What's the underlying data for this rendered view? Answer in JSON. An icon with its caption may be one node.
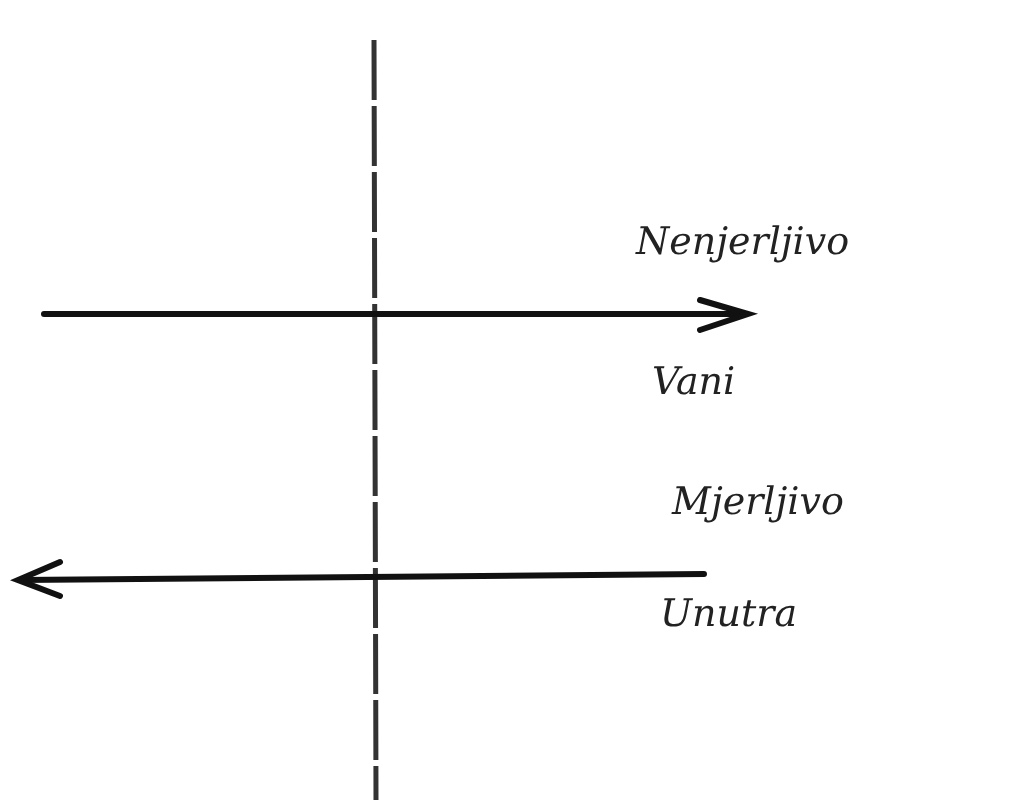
{
  "diagram": {
    "labels": [
      "Nenjerljivo",
      "Vani",
      "Mjerljivo",
      "Unutra"
    ]
  }
}
